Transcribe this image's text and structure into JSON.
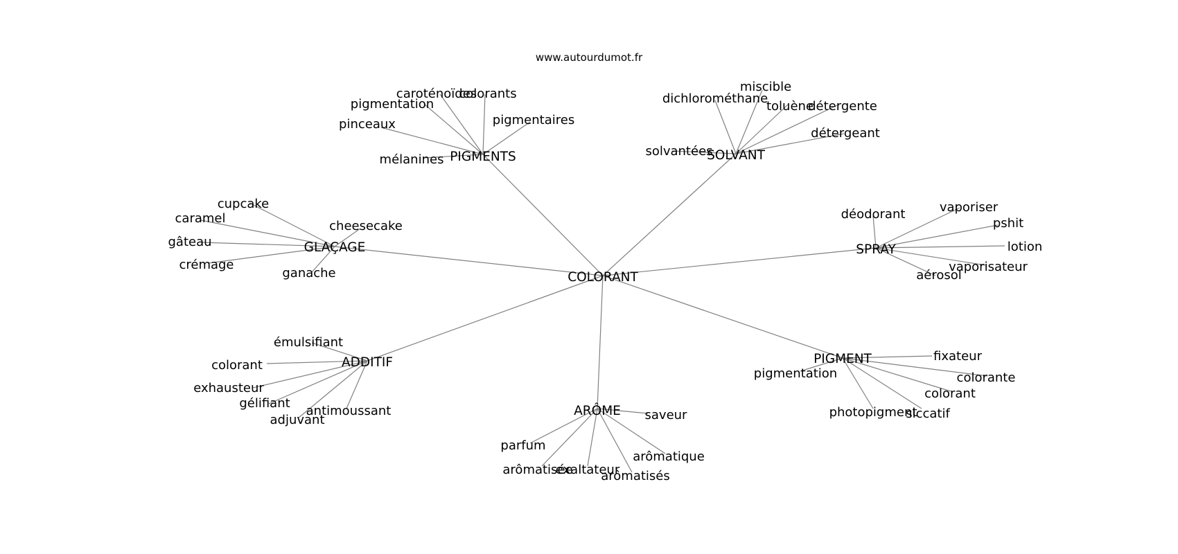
{
  "site": "www.autourdumot.fr",
  "center": "COLORANT",
  "colors": {
    "edge": "#808080",
    "text": "#000000",
    "background": "#ffffff"
  },
  "groups": [
    {
      "hub": "PIGMENTS",
      "words": [
        "mélanines",
        "pinceaux",
        "pigmentation",
        "caroténoïdes",
        "colorants",
        "pigmentaires"
      ]
    },
    {
      "hub": "SOLVANT",
      "words": [
        "solvantées",
        "dichlorométhane",
        "miscible",
        "toluène",
        "détergente",
        "détergeant"
      ]
    },
    {
      "hub": "GLAÇAGE",
      "words": [
        "cupcake",
        "caramel",
        "gâteau",
        "crémage",
        "ganache",
        "cheesecake"
      ]
    },
    {
      "hub": "SPRAY",
      "words": [
        "déodorant",
        "vaporiser",
        "pshit",
        "lotion",
        "vaporisateur",
        "aérosol"
      ]
    },
    {
      "hub": "ADDITIF",
      "words": [
        "émulsifiant",
        "colorant",
        "exhausteur",
        "gélifiant",
        "adjuvant",
        "antimoussant"
      ]
    },
    {
      "hub": "PIGMENT",
      "words": [
        "pigmentation",
        "fixateur",
        "colorante",
        "colorant",
        "siccatif",
        "photopigment"
      ]
    },
    {
      "hub": "ARÔME",
      "words": [
        "parfum",
        "arômatisée",
        "exaltateur",
        "arômatisés",
        "arômatique",
        "saveur"
      ]
    }
  ]
}
